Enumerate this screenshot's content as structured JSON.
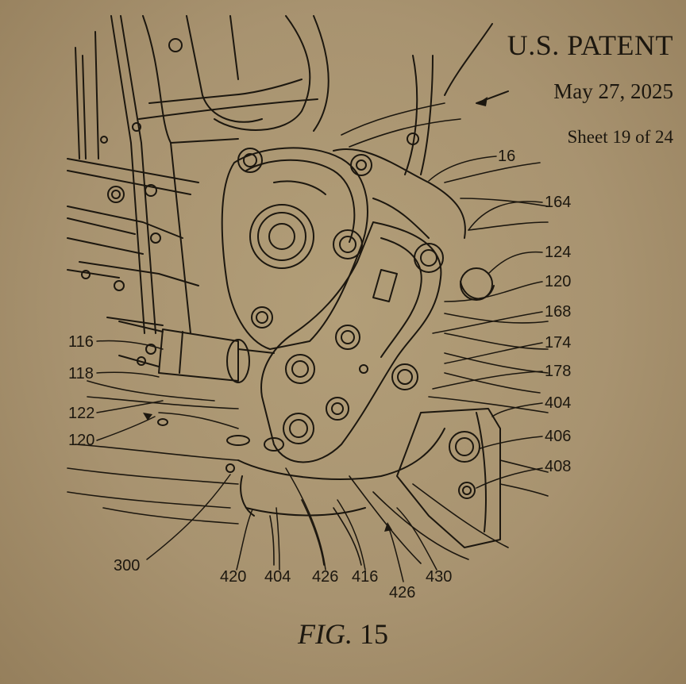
{
  "header": {
    "title": "U.S. PATENT",
    "date": "May 27, 2025",
    "sheet": "Sheet 19 of 24"
  },
  "figure": {
    "prefix": "FIG.",
    "number": "15"
  },
  "labels": {
    "right": [
      "16",
      "164",
      "124",
      "120",
      "168",
      "174",
      "178",
      "404",
      "406",
      "408"
    ],
    "left": [
      "116",
      "118",
      "122",
      "120"
    ],
    "bottom": [
      "300",
      "420",
      "404",
      "426",
      "416",
      "426",
      "430"
    ]
  },
  "colors": {
    "paper": "#a89370",
    "ink": "#1c170f"
  }
}
